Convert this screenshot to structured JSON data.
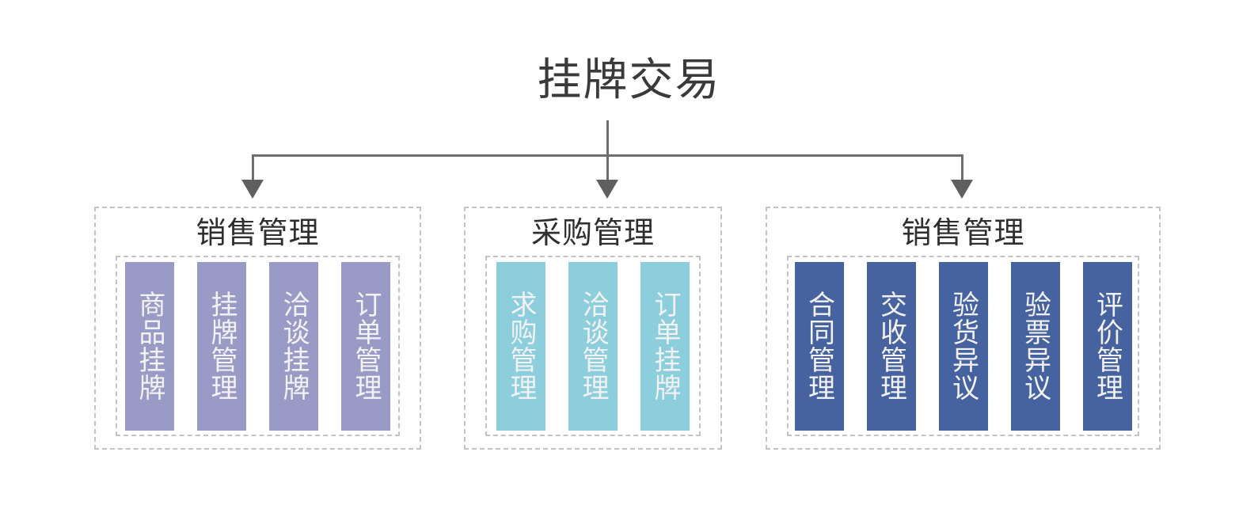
{
  "diagram": {
    "root_title": "挂牌交易",
    "connector_color": "#6e6e6e",
    "frame_border_color": "#c3c3c3",
    "groups": [
      {
        "title": "销售管理",
        "box_color": "#9a9ac6",
        "items": [
          {
            "label": "商品挂牌"
          },
          {
            "label": "挂牌管理"
          },
          {
            "label": "洽谈挂牌"
          },
          {
            "label": "订单管理"
          }
        ]
      },
      {
        "title": "采购管理",
        "box_color": "#8ccedb",
        "items": [
          {
            "label": "求购管理"
          },
          {
            "label": "洽谈管理"
          },
          {
            "label": "订单挂牌"
          }
        ]
      },
      {
        "title": "销售管理",
        "box_color": "#46639f",
        "items": [
          {
            "label": "合同管理"
          },
          {
            "label": "交收管理"
          },
          {
            "label": "验货异议"
          },
          {
            "label": "验票异议"
          },
          {
            "label": "评价管理"
          }
        ]
      }
    ]
  }
}
